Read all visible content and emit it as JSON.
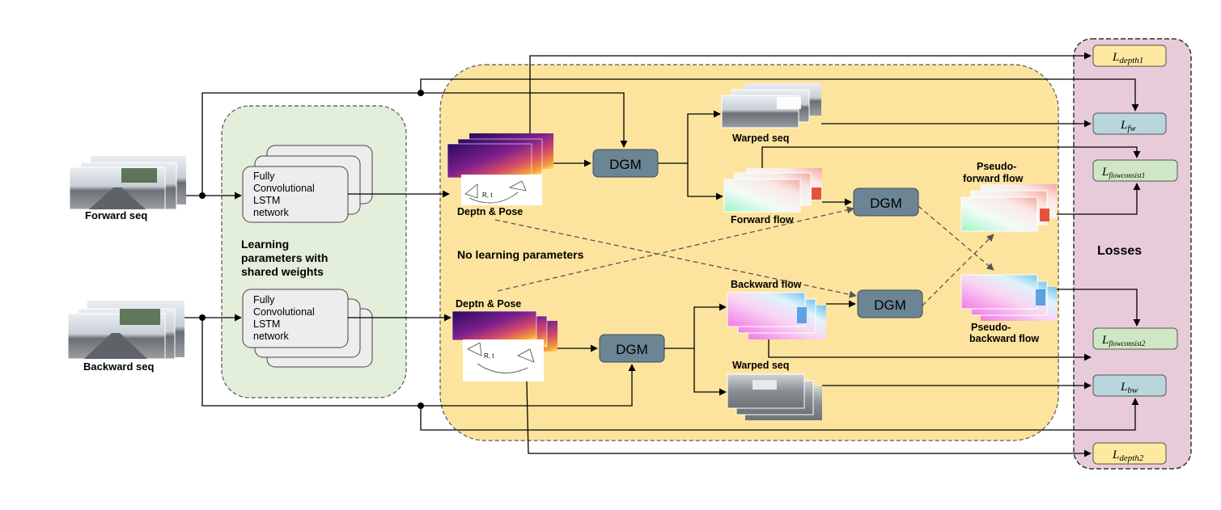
{
  "inputs": {
    "forward_seq": "Forward seq",
    "backward_seq": "Backward seq"
  },
  "lstm": {
    "top": [
      "Fully",
      "Convolutional",
      "LSTM",
      "network"
    ],
    "bottom": [
      "Fully",
      "Convolutional",
      "LSTM",
      "network"
    ],
    "shared_caption": [
      "Learning",
      "parameters with",
      "shared weights"
    ]
  },
  "middle": {
    "no_learning": "No learning parameters",
    "depth_pose_top": "Deptn & Pose",
    "depth_pose_bottom": "Deptn & Pose",
    "rt_label": "R, t",
    "dgm": "DGM",
    "warped_seq_top": "Warped seq",
    "warped_seq_bottom": "Warped seq",
    "forward_flow": "Forward flow",
    "backward_flow": "Backward flow",
    "pseudo_forward": [
      "Pseudo-",
      "forward flow"
    ],
    "pseudo_backward": [
      "Pseudo-",
      "backward flow"
    ]
  },
  "losses": {
    "title": "Losses",
    "items": [
      {
        "main": "L",
        "sub": "depth1",
        "style": "yellow"
      },
      {
        "main": "L",
        "sub": "fw",
        "style": "blue"
      },
      {
        "main": "L",
        "sub": "flowconsist1",
        "style": "green"
      },
      {
        "main": "L",
        "sub": "flowconsist2",
        "style": "green"
      },
      {
        "main": "L",
        "sub": "bw",
        "style": "blue"
      },
      {
        "main": "L",
        "sub": "depth2",
        "style": "yellow"
      }
    ]
  },
  "colors": {
    "green_region": "#e3eedb",
    "yellow_region": "#fde49e",
    "pink_region": "#e8cbd9",
    "dgm_box": "#6b8594",
    "loss_yellow": "#fde9a0",
    "loss_blue": "#b8d6dc",
    "loss_green": "#cfe7c4"
  }
}
